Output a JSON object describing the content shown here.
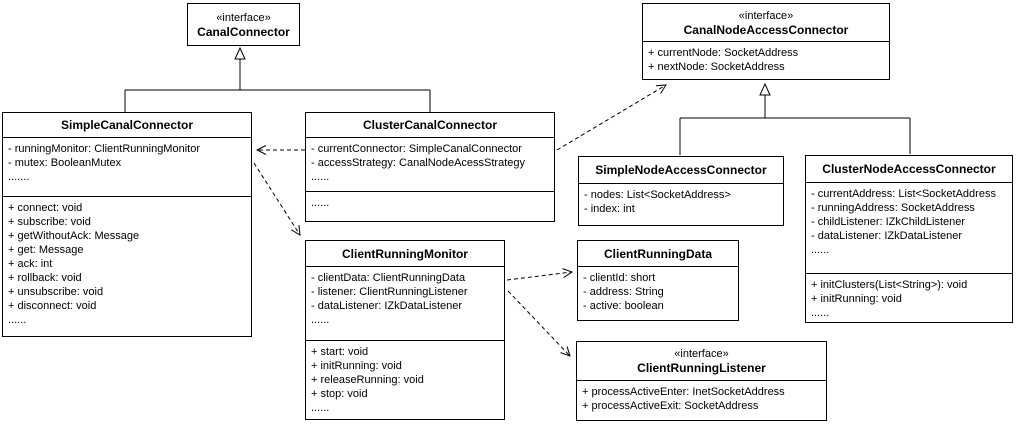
{
  "colors": {
    "background": "#ffffff",
    "box_fill": "#ffffff",
    "line": "#000000",
    "text": "#000000"
  },
  "classes": {
    "canalConnector": {
      "stereotype": "«interface»",
      "name": "CanalConnector",
      "attributes": [],
      "methods": []
    },
    "canalNodeAccessConnector": {
      "stereotype": "«interface»",
      "name": "CanalNodeAccessConnector",
      "attributes": [
        "+ currentNode: SocketAddress",
        "+ nextNode: SocketAddress"
      ],
      "methods": []
    },
    "simpleCanalConnector": {
      "name": "SimpleCanalConnector",
      "attributes": [
        "- runningMonitor: ClientRunningMonitor",
        "- mutex: BooleanMutex",
        "......."
      ],
      "methods": [
        "+ connect: void",
        "+ subscribe: void",
        "+ getWithoutAck: Message",
        "+ get: Message",
        "+ ack: int",
        "+ rollback: void",
        "+ unsubscribe: void",
        "+ disconnect: void",
        "......"
      ]
    },
    "clusterCanalConnector": {
      "name": "ClusterCanalConnector",
      "attributes": [
        "- currentConnector: SimpleCanalConnector",
        "- accessStrategy: CanalNodeAcessStrategy",
        "......"
      ],
      "methods": [
        "......"
      ]
    },
    "simpleNodeAccessConnector": {
      "name": "SimpleNodeAccessConnector",
      "attributes": [
        "- nodes: List<SocketAddress>",
        "- index: int"
      ],
      "methods": []
    },
    "clusterNodeAccessConnector": {
      "name": "ClusterNodeAccessConnector",
      "attributes": [
        "- currentAddress: List<SocketAddress",
        "- runningAddress: SocketAddress",
        "- childListener: IZkChildListener",
        "- dataListener: IZkDataListener",
        "......"
      ],
      "methods": [
        "+ initClusters(List<String>): void",
        "+ initRunning: void",
        "......"
      ]
    },
    "clientRunningMonitor": {
      "name": "ClientRunningMonitor",
      "attributes": [
        "- clientData: ClientRunningData",
        "- listener: ClientRunningListener",
        "- dataListener: IZkDataListener",
        "......"
      ],
      "methods": [
        "+ start: void",
        "+ initRunning: void",
        "+ releaseRunning: void",
        "+ stop: void",
        "......"
      ]
    },
    "clientRunningData": {
      "name": "ClientRunningData",
      "attributes": [
        "- clientId: short",
        "- address: String",
        "- active: boolean"
      ],
      "methods": []
    },
    "clientRunningListener": {
      "stereotype": "«interface»",
      "name": "ClientRunningListener",
      "attributes": [
        "+ processActiveEnter: InetSocketAddress",
        "+ processActiveExit: SocketAddress"
      ],
      "methods": []
    }
  },
  "relations": [
    {
      "type": "generalization",
      "from": "SimpleCanalConnector",
      "to": "CanalConnector"
    },
    {
      "type": "generalization",
      "from": "ClusterCanalConnector",
      "to": "CanalConnector"
    },
    {
      "type": "generalization",
      "from": "SimpleNodeAccessConnector",
      "to": "CanalNodeAccessConnector"
    },
    {
      "type": "generalization",
      "from": "ClusterNodeAccessConnector",
      "to": "CanalNodeAccessConnector"
    },
    {
      "type": "dependency",
      "from": "ClusterCanalConnector",
      "to": "SimpleCanalConnector"
    },
    {
      "type": "dependency",
      "from": "SimpleCanalConnector",
      "to": "ClientRunningMonitor"
    },
    {
      "type": "dependency",
      "from": "ClusterCanalConnector",
      "to": "CanalNodeAccessConnector"
    },
    {
      "type": "dependency",
      "from": "ClientRunningMonitor",
      "to": "ClientRunningData"
    },
    {
      "type": "dependency",
      "from": "ClientRunningMonitor",
      "to": "ClientRunningListener"
    }
  ]
}
